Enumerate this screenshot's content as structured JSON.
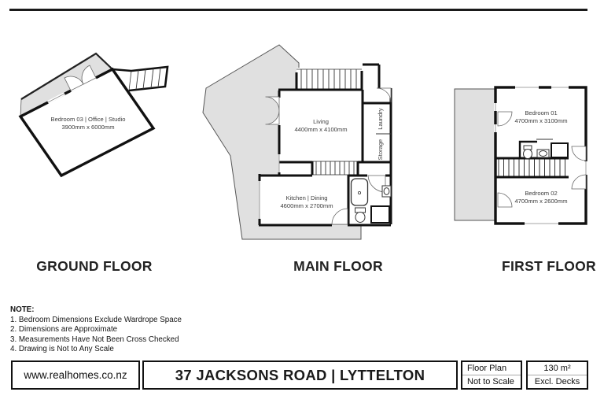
{
  "floors": {
    "ground": {
      "label": "GROUND FLOOR",
      "room": {
        "name": "Bedroom 03 | Office | Studio",
        "dims": "3900mm x 6000mm"
      }
    },
    "main": {
      "label": "MAIN FLOOR",
      "living": {
        "name": "Living",
        "dims": "4400mm x 4100mm"
      },
      "kitchen": {
        "name": "Kitchen | Dining",
        "dims": "4600mm x 2700mm"
      },
      "laundry": "Laundry",
      "storage": "Storage"
    },
    "first": {
      "label": "FIRST FLOOR",
      "bedroom1": {
        "name": "Bedroom 01",
        "dims": "4700mm x 3100mm"
      },
      "bedroom2": {
        "name": "Bedroom 02",
        "dims": "4700mm x 2600mm"
      }
    }
  },
  "note": {
    "title": "NOTE:",
    "items": [
      "1. Bedroom Dimensions Exclude Wardrope Space",
      "2. Dimensions are Approximate",
      "3. Measurements Have Not Been Cross Checked",
      "4. Drawing is Not to Any Scale"
    ]
  },
  "footer": {
    "website": "www.realhomes.co.nz",
    "address": "37 JACKSONS ROAD | LYTTELTON",
    "plan_type": "Floor Plan",
    "scale": "Not to Scale",
    "area": "130 m²",
    "area_note": "Excl. Decks"
  },
  "colors": {
    "wall": "#1a1a1a",
    "deck": "#e0e0e0",
    "text": "#3d3d3d"
  }
}
